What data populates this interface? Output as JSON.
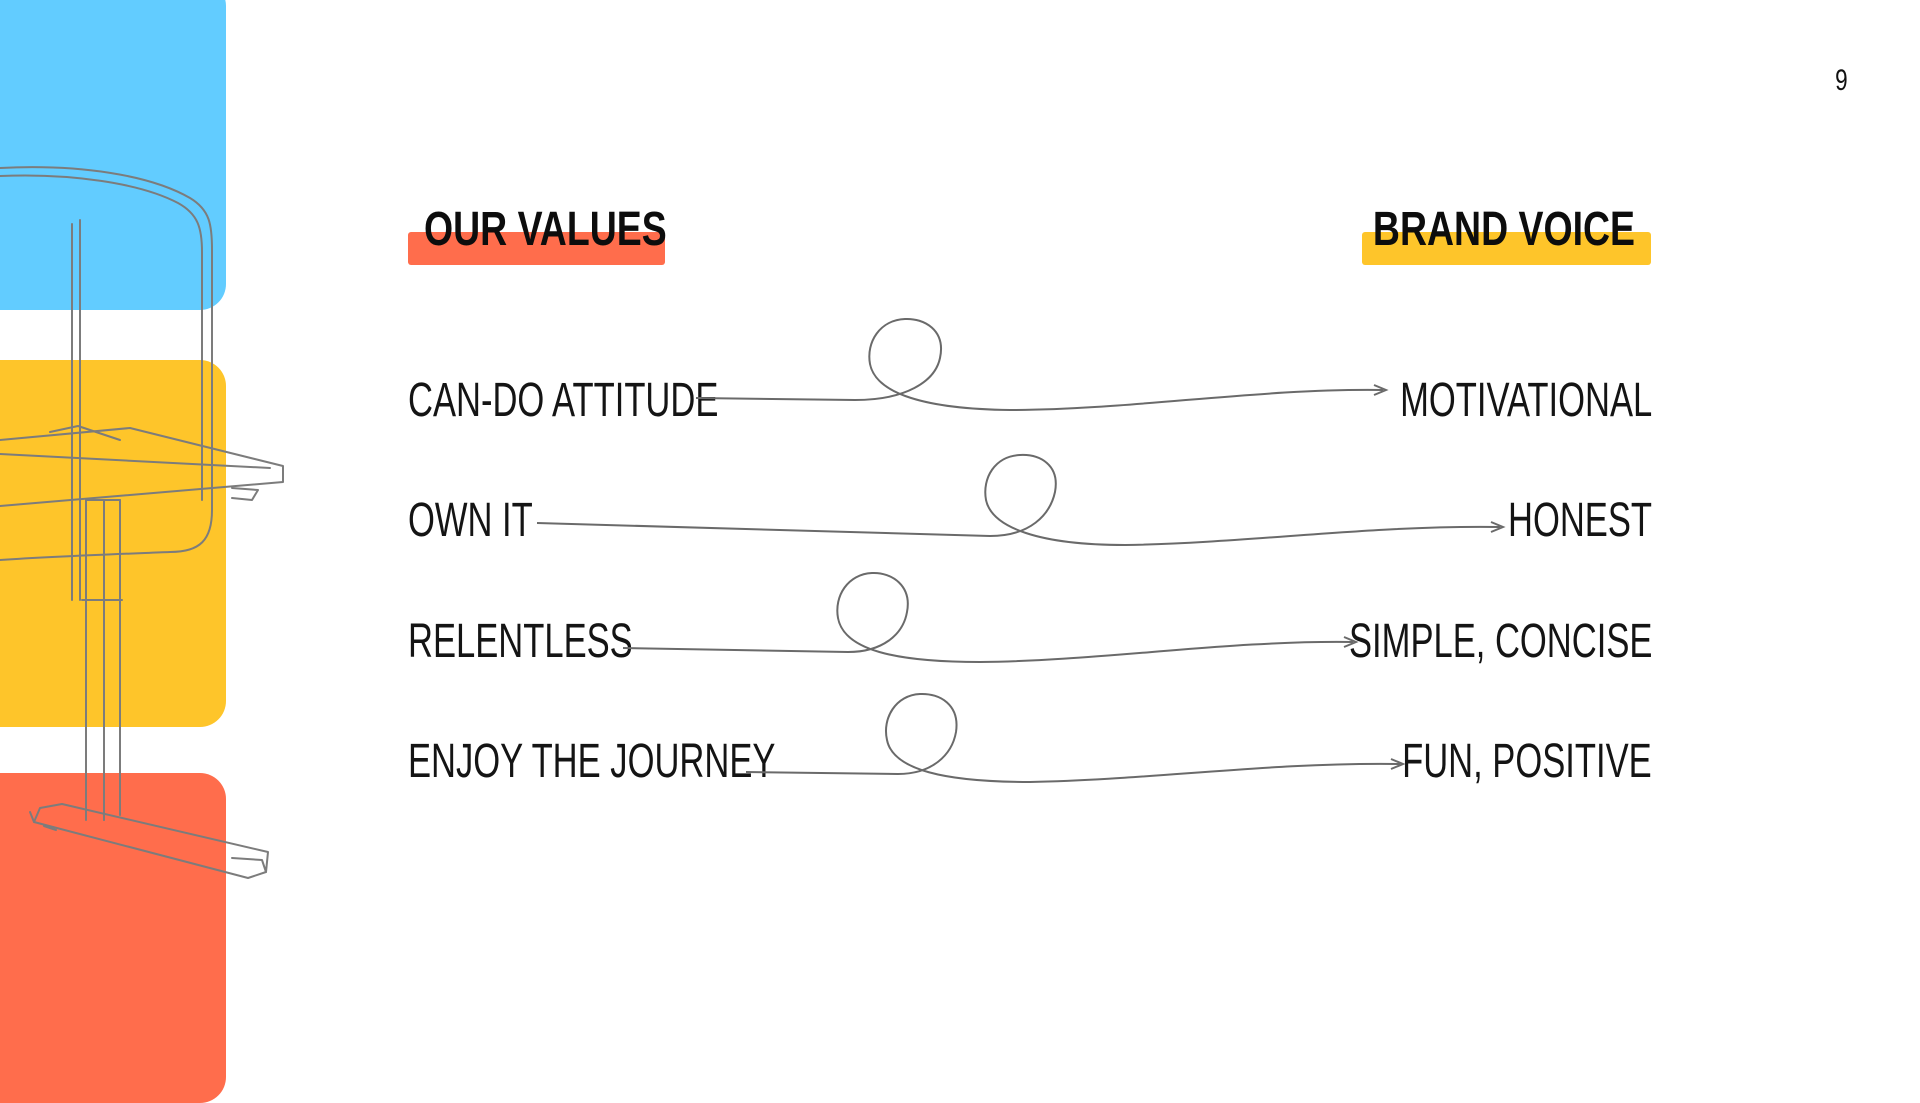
{
  "slide": {
    "page_number": "9",
    "block_colors": {
      "blue": "#62ccff",
      "yellow": "#fec52a",
      "red": "#ff6d4c"
    }
  },
  "headings": {
    "values": {
      "text": "OUR VALUES",
      "highlight_color": "#ff6d4c"
    },
    "voice": {
      "text": "BRAND VOICE",
      "highlight_color": "#fec52a"
    }
  },
  "rows": [
    {
      "value": "CAN-DO ATTITUDE",
      "voice": "MOTIVATIONAL"
    },
    {
      "value": "OWN IT",
      "voice": "HONEST"
    },
    {
      "value": "RELENTLESS",
      "voice": "SIMPLE, CONCISE"
    },
    {
      "value": "ENJOY THE JOURNEY",
      "voice": "FUN, POSITIVE"
    }
  ],
  "icons": {
    "illustration": "standing-desk-sketch-icon",
    "connector": "loop-arrow-icon"
  }
}
